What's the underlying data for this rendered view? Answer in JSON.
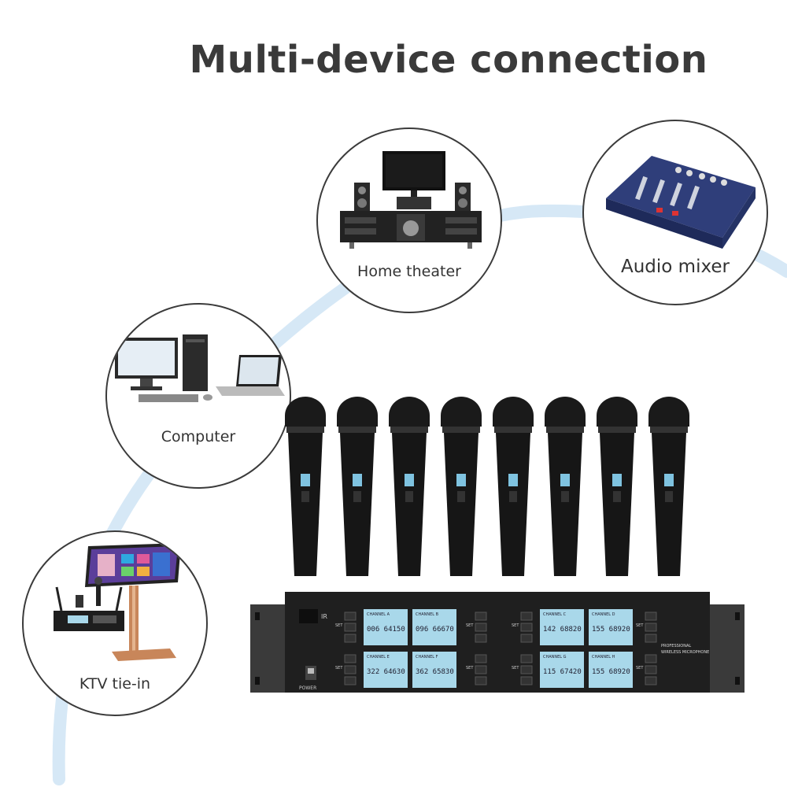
{
  "title": "Multi-device connection",
  "devices": [
    {
      "id": "home-theater",
      "label": "Home theater",
      "icon": "home-theater-icon"
    },
    {
      "id": "audio-mixer",
      "label": "Audio mixer",
      "icon": "audio-mixer-icon"
    },
    {
      "id": "computer",
      "label": "Computer",
      "icon": "computer-icon"
    },
    {
      "id": "ktv",
      "label": "KTV tie-in",
      "icon": "ktv-icon"
    }
  ],
  "receiver": {
    "ir_label": "IR",
    "power_label": "POWER",
    "brand_line1": "PROFESSIONAL",
    "brand_line2": "WIRELESS MICROPHONE",
    "set_label": "SET",
    "channels": [
      {
        "name": "CHANNEL A",
        "freq": "006 64150"
      },
      {
        "name": "CHANNEL B",
        "freq": "096 66670"
      },
      {
        "name": "CHANNEL C",
        "freq": "142 68820"
      },
      {
        "name": "CHANNEL D",
        "freq": "155 68920"
      },
      {
        "name": "CHANNEL E",
        "freq": "322 64630"
      },
      {
        "name": "CHANNEL F",
        "freq": "362 65830"
      },
      {
        "name": "CHANNEL G",
        "freq": "115 67420"
      },
      {
        "name": "CHANNEL H",
        "freq": "155 68920"
      }
    ]
  },
  "colors": {
    "title": "#3a3a3a",
    "arc": "#cfe3f3",
    "bubble_border": "#3b3b3b",
    "lcd": "#a9d8ea",
    "receiver": "#1e1e1e"
  }
}
